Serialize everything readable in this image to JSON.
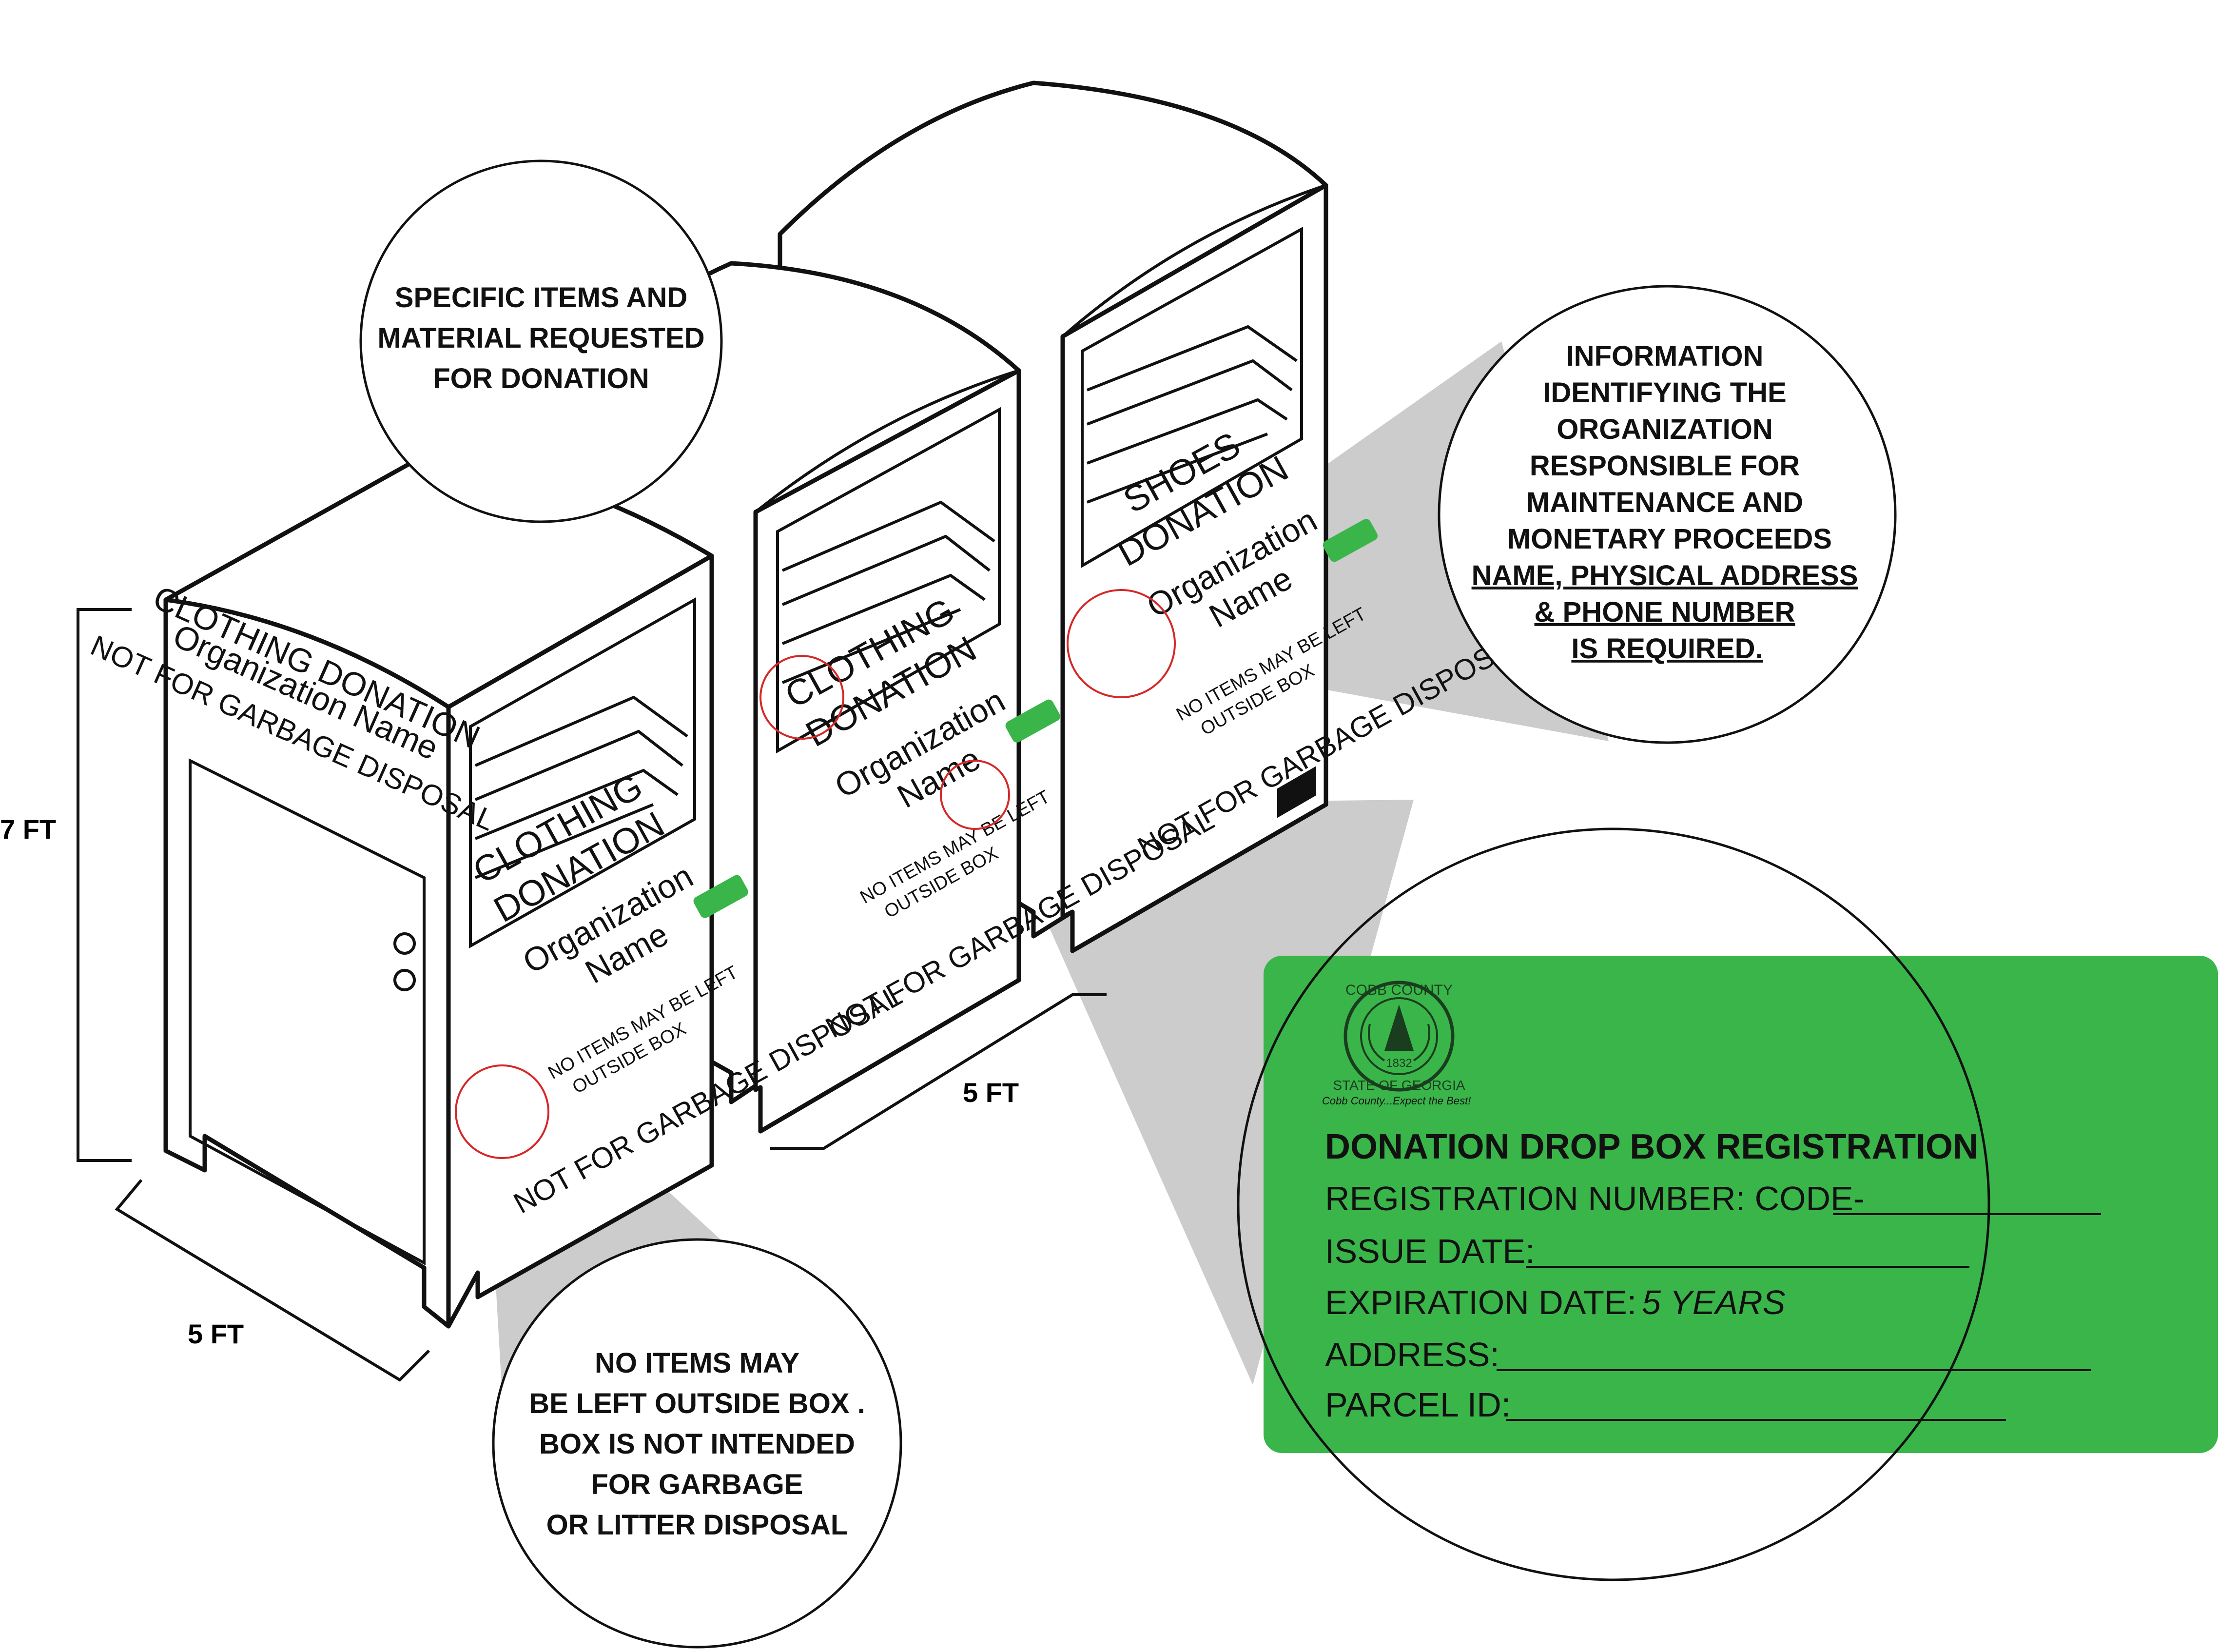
{
  "dimensions": {
    "height": "7 FT",
    "width_left": "5 FT",
    "width_right": "5 FT"
  },
  "box_left": {
    "side_title": "CLOTHING DONATION",
    "side_org": "Organization Name",
    "side_warning": "NOT FOR GARBAGE DISPOSAL",
    "front_line1": "CLOTHING",
    "front_line2": "DONATION",
    "org_line1": "Organization",
    "org_line2": "Name",
    "notice_line1": "NO ITEMS MAY BE LEFT",
    "notice_line2": "OUTSIDE BOX",
    "warning": "NOT FOR GARBAGE DISPOSAL"
  },
  "box_middle": {
    "front_line1": "CLOTHING",
    "front_line2": "DONATION",
    "org_line1": "Organization",
    "org_line2": "Name",
    "notice_line1": "NO ITEMS MAY BE LEFT",
    "notice_line2": "OUTSIDE BOX",
    "warning": "NOT FOR GARBAGE DISPOSAL"
  },
  "box_right": {
    "front_line1": "SHOES",
    "front_line2": "DONATION",
    "org_line1": "Organization",
    "org_line2": "Name",
    "notice_line1": "NO ITEMS MAY BE LEFT",
    "notice_line2": "OUTSIDE BOX",
    "warning": "NOT FOR GARBAGE DISPOSAL"
  },
  "callouts": {
    "items_requested": [
      "SPECIFIC ITEMS AND",
      "MATERIAL REQUESTED",
      "FOR DONATION"
    ],
    "organization_info": [
      "INFORMATION",
      "IDENTIFYING THE",
      "ORGANIZATION",
      "RESPONSIBLE FOR",
      "MAINTENANCE AND",
      "MONETARY PROCEEDS"
    ],
    "organization_required": [
      "NAME, PHYSICAL ADDRESS",
      "& PHONE NUMBER",
      "IS REQUIRED."
    ],
    "outside_box": [
      "NO ITEMS MAY",
      "BE LEFT OUTSIDE BOX .",
      "BOX IS NOT INTENDED",
      "FOR GARBAGE",
      "OR LITTER DISPOSAL"
    ]
  },
  "registration": {
    "seal_top": "COBB COUNTY",
    "seal_bottom": "STATE OF GEORGIA",
    "seal_year": "1832",
    "tagline": "Cobb County...Expect the Best!",
    "title": "DONATION DROP BOX REGISTRATION",
    "number_label": "REGISTRATION NUMBER: CODE-",
    "issue_label": "ISSUE DATE:",
    "expiration_label": "EXPIRATION DATE:",
    "expiration_value": "5 YEARS",
    "address_label": "ADDRESS:",
    "parcel_label": "PARCEL ID:"
  },
  "colors": {
    "green": "#3ab54a",
    "cone": "#cccccc",
    "marker": "#d62828"
  }
}
